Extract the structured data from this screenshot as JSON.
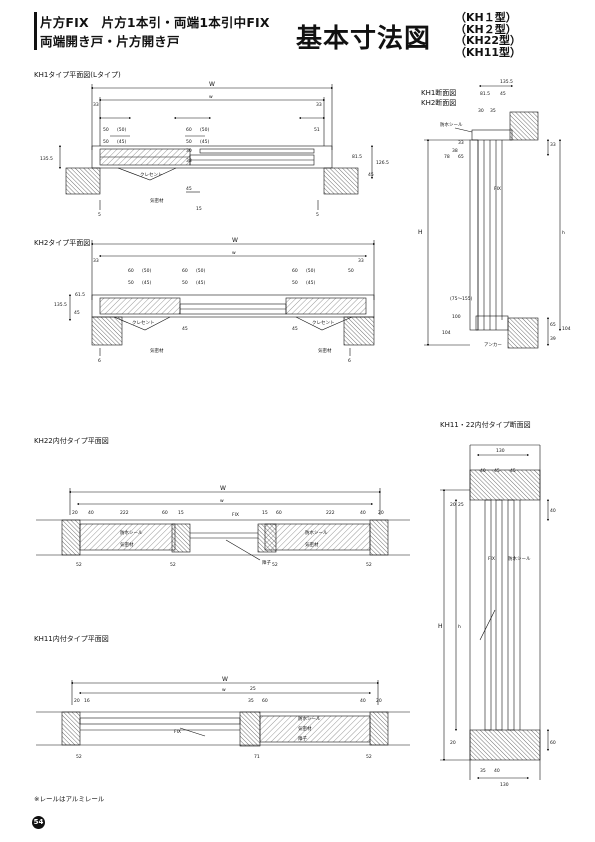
{
  "header": {
    "line1": "片方FIX　片方1本引・両端1本引中FIX",
    "line2": "両端開き戸・片方開き戸",
    "title": "基本寸法図",
    "types": [
      "（KH１型）",
      "（KH２型）",
      "（KH22型）",
      "（KH11型）"
    ]
  },
  "sections": {
    "kh1_plan": "KH1タイプ平面図(Lタイプ)",
    "kh2_plan": "KH2タイプ平面図",
    "kh1_section": "KH1断面図",
    "kh2_section": "KH2断面図",
    "kh22_plan": "KH22内付タイプ平面図",
    "kh11_plan": "KH11内付タイプ平面図",
    "kh11_22_section": "KH11・22内付タイプ断面図"
  },
  "labels": {
    "W": "W",
    "H": "H",
    "w": "w",
    "h": "h",
    "crescent": "クレセント",
    "weatherstrip": "気密材",
    "fix": "FIX",
    "shoji": "障子",
    "seal_material": "防水シール",
    "anchor": "アンカー",
    "note": "※レールはアルミレール",
    "page": "54"
  },
  "dims": {
    "d33": "33",
    "d50": "50",
    "d60": "60",
    "d30": "30",
    "d40": "40",
    "d45": "45",
    "d38": "38",
    "d51": "51",
    "d81_5": "81.5",
    "d126_5": "126.5",
    "d5": "5",
    "d15": "15",
    "d6": "6",
    "d25": "25",
    "d35": "35",
    "d222": "222",
    "d52": "52",
    "d71": "71",
    "d78": "78",
    "d100": "100",
    "d65": "65",
    "d104": "104",
    "d39": "39",
    "d130": "130",
    "d20": "20",
    "d16": "16",
    "d75_55": "(75～155)",
    "d50p": "(50)",
    "d45p": "(45)",
    "d135_5": "135.5",
    "d61_5": "61.5"
  }
}
